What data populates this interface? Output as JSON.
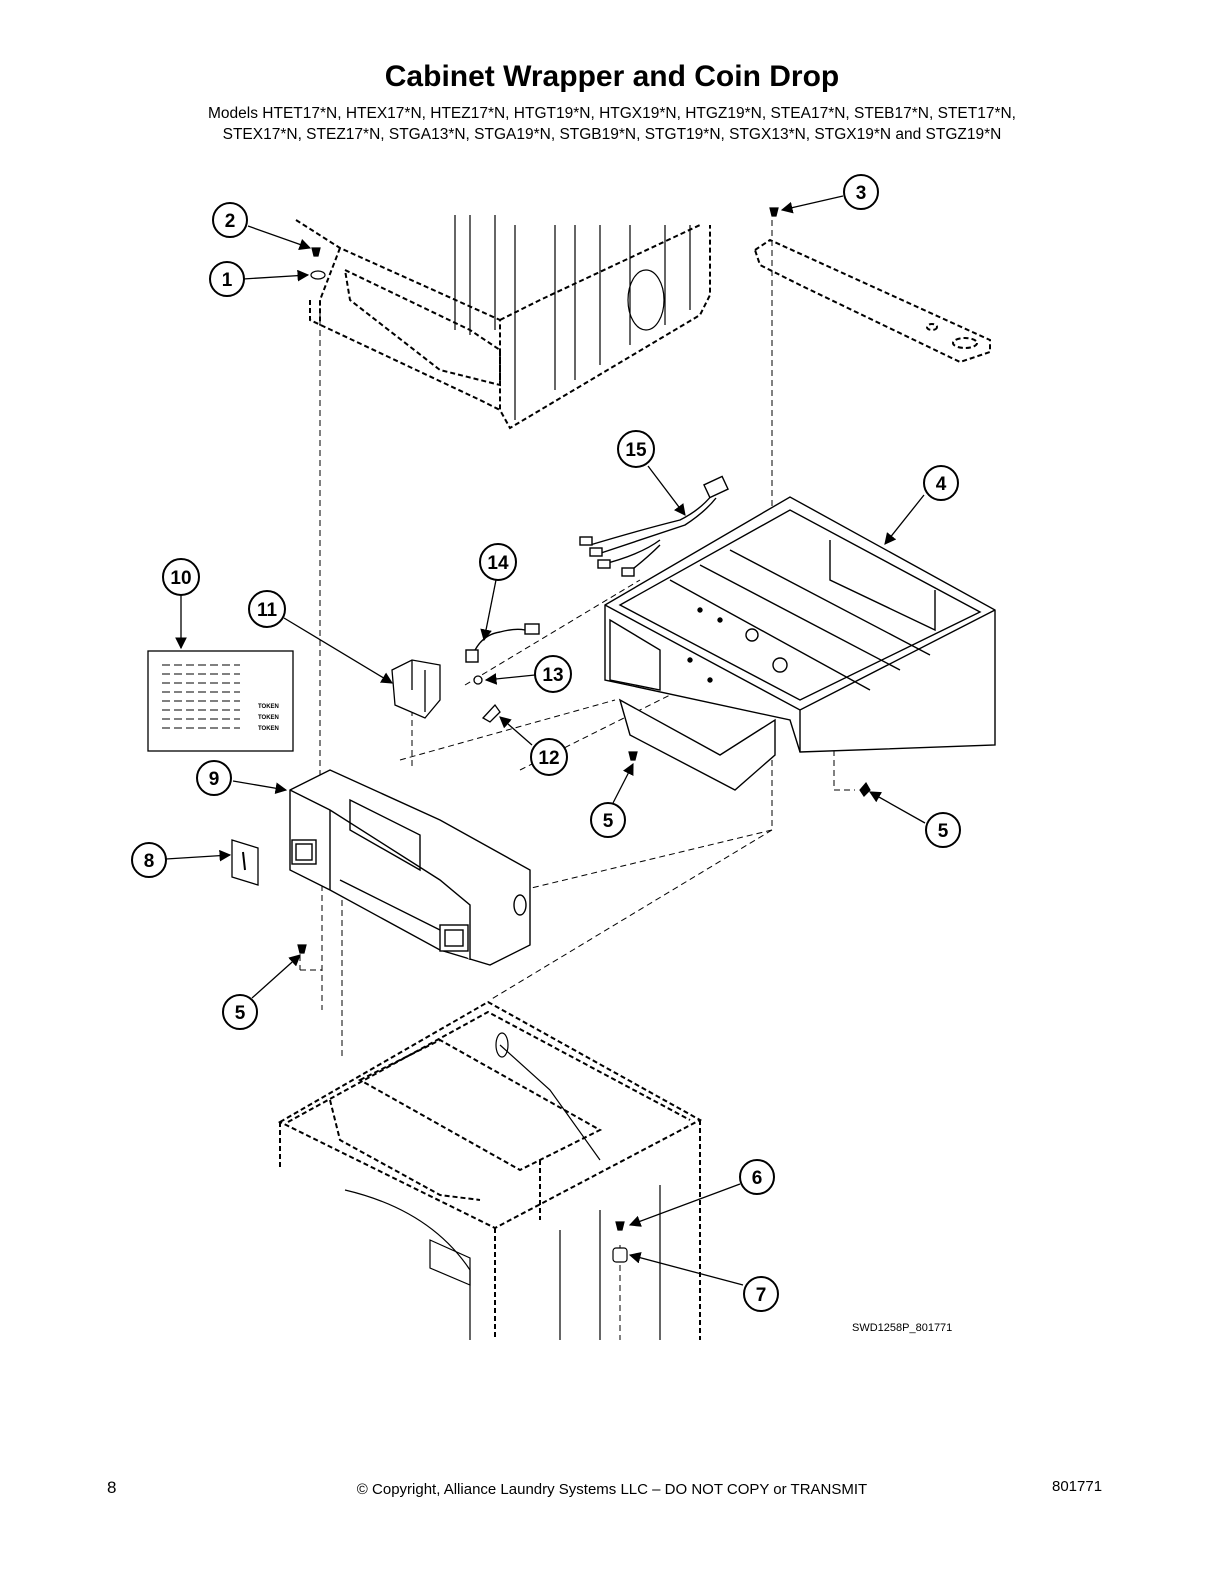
{
  "header": {
    "title": "Cabinet Wrapper and Coin Drop",
    "models_line1": "Models HTET17*N, HTEX17*N, HTEZ17*N, HTGT19*N, HTGX19*N, HTGZ19*N, STEA17*N, STEB17*N, STET17*N,",
    "models_line2": "STEX17*N, STEZ17*N, STGA13*N, STGA19*N, STGB19*N, STGT19*N, STGX13*N, STGX19*N and STGZ19*N"
  },
  "diagram": {
    "callouts": [
      "1",
      "2",
      "3",
      "4",
      "5",
      "5",
      "5",
      "6",
      "7",
      "8",
      "9",
      "10",
      "11",
      "12",
      "13",
      "14",
      "15"
    ],
    "label_token": "TOKEN",
    "reference": "SWD1258P_801771"
  },
  "footer": {
    "page_number": "8",
    "copyright": "© Copyright, Alliance Laundry Systems LLC – DO NOT COPY or TRANSMIT",
    "doc_number": "801771"
  }
}
